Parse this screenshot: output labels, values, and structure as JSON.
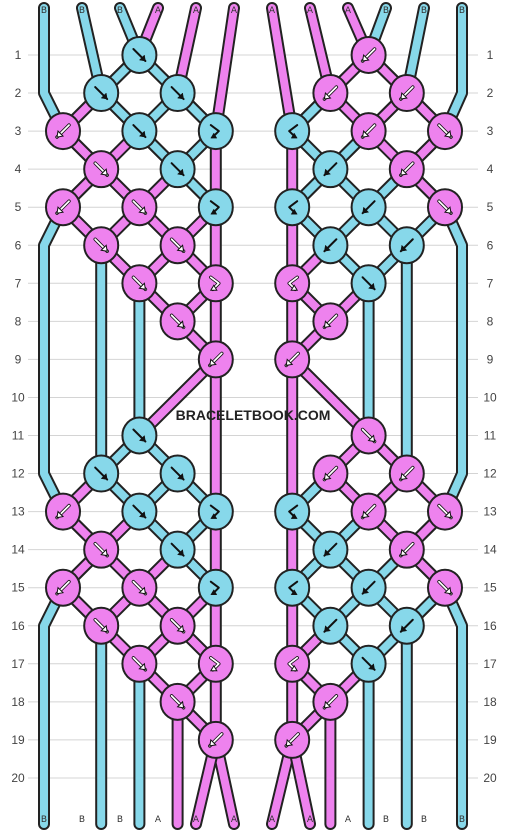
{
  "watermark": "BRACELETBOOK.COM",
  "colors": {
    "A": "#ee82ee",
    "B": "#87d8ea",
    "outline": "#222222",
    "grid": "#d4d4d4",
    "arrow_dark": "#111111",
    "arrow_light": "#ffffff"
  },
  "strings": {
    "top": [
      "B",
      "B",
      "B",
      "A",
      "A",
      "A",
      "A",
      "A",
      "A",
      "B",
      "B",
      "B"
    ],
    "bottom": [
      "B",
      "B",
      "B",
      "A",
      "A",
      "A",
      "A",
      "A",
      "A",
      "B",
      "B",
      "B"
    ]
  },
  "row_labels": [
    "1",
    "2",
    "3",
    "4",
    "5",
    "6",
    "7",
    "8",
    "9",
    "10",
    "11",
    "12",
    "13",
    "14",
    "15",
    "16",
    "17",
    "18",
    "19",
    "20"
  ],
  "knots": [
    {
      "row": 1,
      "col": 2,
      "color": "B",
      "dir": "fwd",
      "arrow": "dark"
    },
    {
      "row": 1,
      "col": 8,
      "color": "A",
      "dir": "back",
      "arrow": "light"
    },
    {
      "row": 2,
      "col": 1,
      "color": "B",
      "dir": "fwd",
      "arrow": "dark"
    },
    {
      "row": 2,
      "col": 3,
      "color": "B",
      "dir": "fwd",
      "arrow": "dark"
    },
    {
      "row": 2,
      "col": 7,
      "color": "A",
      "dir": "back",
      "arrow": "light"
    },
    {
      "row": 2,
      "col": 9,
      "color": "A",
      "dir": "back",
      "arrow": "light"
    },
    {
      "row": 3,
      "col": 0,
      "color": "A",
      "dir": "back",
      "arrow": "light"
    },
    {
      "row": 3,
      "col": 2,
      "color": "B",
      "dir": "fwd",
      "arrow": "dark"
    },
    {
      "row": 3,
      "col": 4,
      "color": "B",
      "dir": "fwdback",
      "arrow": "dark"
    },
    {
      "row": 3,
      "col": 6,
      "color": "B",
      "dir": "backfwd",
      "arrow": "dark"
    },
    {
      "row": 3,
      "col": 8,
      "color": "A",
      "dir": "back",
      "arrow": "light"
    },
    {
      "row": 3,
      "col": 10,
      "color": "A",
      "dir": "fwd",
      "arrow": "light"
    },
    {
      "row": 4,
      "col": 1,
      "color": "A",
      "dir": "fwd",
      "arrow": "light"
    },
    {
      "row": 4,
      "col": 3,
      "color": "B",
      "dir": "fwd",
      "arrow": "dark"
    },
    {
      "row": 4,
      "col": 7,
      "color": "B",
      "dir": "back",
      "arrow": "dark"
    },
    {
      "row": 4,
      "col": 9,
      "color": "A",
      "dir": "back",
      "arrow": "light"
    },
    {
      "row": 5,
      "col": 0,
      "color": "A",
      "dir": "back",
      "arrow": "light"
    },
    {
      "row": 5,
      "col": 2,
      "color": "A",
      "dir": "fwd",
      "arrow": "light"
    },
    {
      "row": 5,
      "col": 4,
      "color": "B",
      "dir": "fwdback",
      "arrow": "dark"
    },
    {
      "row": 5,
      "col": 6,
      "color": "B",
      "dir": "backfwd",
      "arrow": "dark"
    },
    {
      "row": 5,
      "col": 8,
      "color": "B",
      "dir": "back",
      "arrow": "dark"
    },
    {
      "row": 5,
      "col": 10,
      "color": "A",
      "dir": "fwd",
      "arrow": "light"
    },
    {
      "row": 6,
      "col": 1,
      "color": "A",
      "dir": "fwd",
      "arrow": "light"
    },
    {
      "row": 6,
      "col": 3,
      "color": "A",
      "dir": "fwd",
      "arrow": "light"
    },
    {
      "row": 6,
      "col": 7,
      "color": "B",
      "dir": "back",
      "arrow": "dark"
    },
    {
      "row": 6,
      "col": 9,
      "color": "B",
      "dir": "back",
      "arrow": "dark"
    },
    {
      "row": 7,
      "col": 2,
      "color": "A",
      "dir": "fwd",
      "arrow": "light"
    },
    {
      "row": 7,
      "col": 4,
      "color": "A",
      "dir": "fwdback",
      "arrow": "light"
    },
    {
      "row": 7,
      "col": 6,
      "color": "A",
      "dir": "backfwd",
      "arrow": "light"
    },
    {
      "row": 7,
      "col": 8,
      "color": "B",
      "dir": "fwd",
      "arrow": "dark"
    },
    {
      "row": 8,
      "col": 3,
      "color": "A",
      "dir": "fwd",
      "arrow": "light"
    },
    {
      "row": 8,
      "col": 7,
      "color": "A",
      "dir": "back",
      "arrow": "light"
    },
    {
      "row": 9,
      "col": 4,
      "color": "A",
      "dir": "back",
      "arrow": "light"
    },
    {
      "row": 9,
      "col": 6,
      "color": "A",
      "dir": "back",
      "arrow": "light"
    },
    {
      "row": 11,
      "col": 2,
      "color": "B",
      "dir": "fwd",
      "arrow": "dark"
    },
    {
      "row": 11,
      "col": 8,
      "color": "A",
      "dir": "fwd",
      "arrow": "light"
    },
    {
      "row": 12,
      "col": 1,
      "color": "B",
      "dir": "fwd",
      "arrow": "dark"
    },
    {
      "row": 12,
      "col": 3,
      "color": "B",
      "dir": "fwd",
      "arrow": "dark"
    },
    {
      "row": 12,
      "col": 7,
      "color": "A",
      "dir": "back",
      "arrow": "light"
    },
    {
      "row": 12,
      "col": 9,
      "color": "A",
      "dir": "back",
      "arrow": "light"
    },
    {
      "row": 13,
      "col": 0,
      "color": "A",
      "dir": "back",
      "arrow": "light"
    },
    {
      "row": 13,
      "col": 2,
      "color": "B",
      "dir": "fwd",
      "arrow": "dark"
    },
    {
      "row": 13,
      "col": 4,
      "color": "B",
      "dir": "fwdback",
      "arrow": "dark"
    },
    {
      "row": 13,
      "col": 6,
      "color": "B",
      "dir": "backfwd",
      "arrow": "dark"
    },
    {
      "row": 13,
      "col": 8,
      "color": "A",
      "dir": "back",
      "arrow": "light"
    },
    {
      "row": 13,
      "col": 10,
      "color": "A",
      "dir": "fwd",
      "arrow": "light"
    },
    {
      "row": 14,
      "col": 1,
      "color": "A",
      "dir": "fwd",
      "arrow": "light"
    },
    {
      "row": 14,
      "col": 3,
      "color": "B",
      "dir": "fwd",
      "arrow": "dark"
    },
    {
      "row": 14,
      "col": 7,
      "color": "B",
      "dir": "back",
      "arrow": "dark"
    },
    {
      "row": 14,
      "col": 9,
      "color": "A",
      "dir": "back",
      "arrow": "light"
    },
    {
      "row": 15,
      "col": 0,
      "color": "A",
      "dir": "back",
      "arrow": "light"
    },
    {
      "row": 15,
      "col": 2,
      "color": "A",
      "dir": "fwd",
      "arrow": "light"
    },
    {
      "row": 15,
      "col": 4,
      "color": "B",
      "dir": "fwdback",
      "arrow": "dark"
    },
    {
      "row": 15,
      "col": 6,
      "color": "B",
      "dir": "backfwd",
      "arrow": "dark"
    },
    {
      "row": 15,
      "col": 8,
      "color": "B",
      "dir": "back",
      "arrow": "dark"
    },
    {
      "row": 15,
      "col": 10,
      "color": "A",
      "dir": "fwd",
      "arrow": "light"
    },
    {
      "row": 16,
      "col": 1,
      "color": "A",
      "dir": "fwd",
      "arrow": "light"
    },
    {
      "row": 16,
      "col": 3,
      "color": "A",
      "dir": "fwd",
      "arrow": "light"
    },
    {
      "row": 16,
      "col": 7,
      "color": "B",
      "dir": "back",
      "arrow": "dark"
    },
    {
      "row": 16,
      "col": 9,
      "color": "B",
      "dir": "back",
      "arrow": "dark"
    },
    {
      "row": 17,
      "col": 2,
      "color": "A",
      "dir": "fwd",
      "arrow": "light"
    },
    {
      "row": 17,
      "col": 4,
      "color": "A",
      "dir": "fwdback",
      "arrow": "light"
    },
    {
      "row": 17,
      "col": 6,
      "color": "A",
      "dir": "backfwd",
      "arrow": "light"
    },
    {
      "row": 17,
      "col": 8,
      "color": "B",
      "dir": "fwd",
      "arrow": "dark"
    },
    {
      "row": 18,
      "col": 3,
      "color": "A",
      "dir": "fwd",
      "arrow": "light"
    },
    {
      "row": 18,
      "col": 7,
      "color": "A",
      "dir": "back",
      "arrow": "light"
    },
    {
      "row": 19,
      "col": 4,
      "color": "A",
      "dir": "back",
      "arrow": "light"
    },
    {
      "row": 19,
      "col": 6,
      "color": "A",
      "dir": "back",
      "arrow": "light"
    }
  ]
}
